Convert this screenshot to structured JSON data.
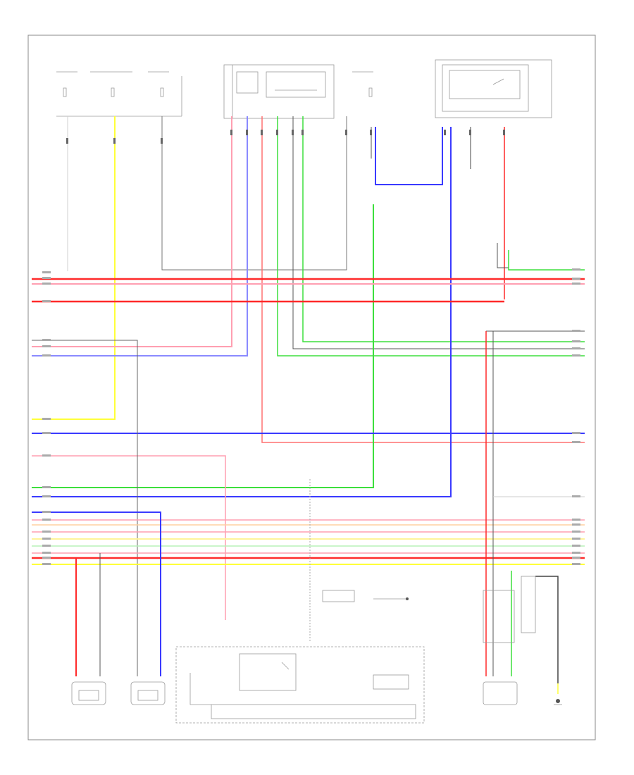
{
  "diagram": {
    "footer_code": "",
    "wire_colors": {
      "red": "#ff2a2a",
      "pink": "#ff9fb1",
      "blue": "#3a3aff",
      "lightblue": "#a6a6ff",
      "green": "#3ddf3d",
      "lightgreen": "#b8f2b8",
      "yellow": "#ffff3a",
      "paleyellow": "#fff39a",
      "black": "#444444",
      "gray": "#9a9a9a",
      "white": "#cccccc"
    },
    "components": [
      {
        "id": "bottom-left-sensor",
        "label": "",
        "sub": ""
      },
      {
        "id": "bottom-mid-sensor",
        "label": "",
        "sub": ""
      },
      {
        "id": "control-unit",
        "label": "",
        "sub": ""
      },
      {
        "id": "right-bottom-assembly",
        "label": "",
        "sub": ""
      },
      {
        "id": "ground-right",
        "label": ""
      }
    ]
  }
}
